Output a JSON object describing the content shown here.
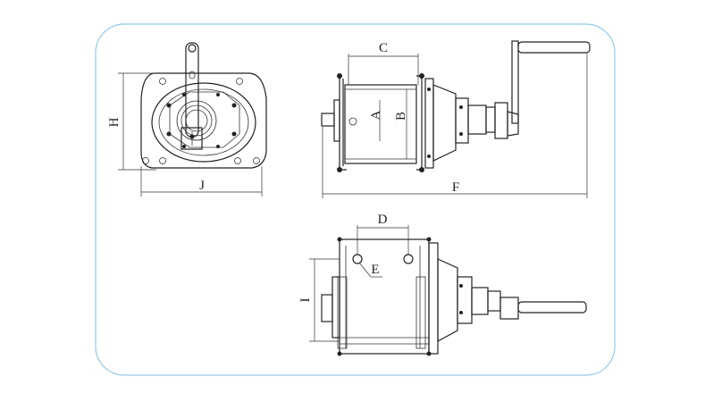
{
  "frame_color": "#8fc8e8",
  "line_color": "#222222",
  "dimensions": {
    "H": "H",
    "J": "J",
    "C": "C",
    "A": "A",
    "B": "B",
    "F": "F",
    "D": "D",
    "E": "E",
    "I": "I"
  }
}
